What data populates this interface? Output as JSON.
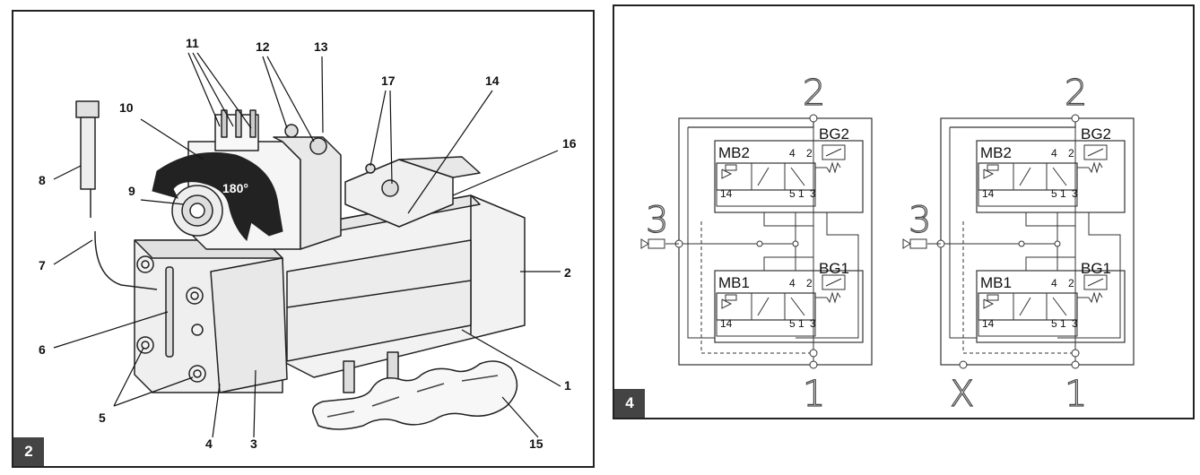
{
  "figure_left": {
    "badge": "2",
    "rotation_label": "180°",
    "callouts": [
      "1",
      "2",
      "3",
      "4",
      "5",
      "6",
      "7",
      "8",
      "9",
      "10",
      "11",
      "12",
      "13",
      "14",
      "15",
      "16",
      "17"
    ]
  },
  "figure_right": {
    "badge": "4",
    "ports": {
      "p2": "2",
      "p1": "1",
      "p3": "3",
      "px": "X"
    },
    "valves": {
      "top_solenoid": "MB2",
      "bottom_solenoid": "MB1",
      "top_sensor": "BG2",
      "bottom_sensor": "BG1",
      "port4": "4",
      "port2": "2",
      "port5": "5",
      "port1": "1",
      "port3": "3",
      "pilot": "14"
    }
  }
}
